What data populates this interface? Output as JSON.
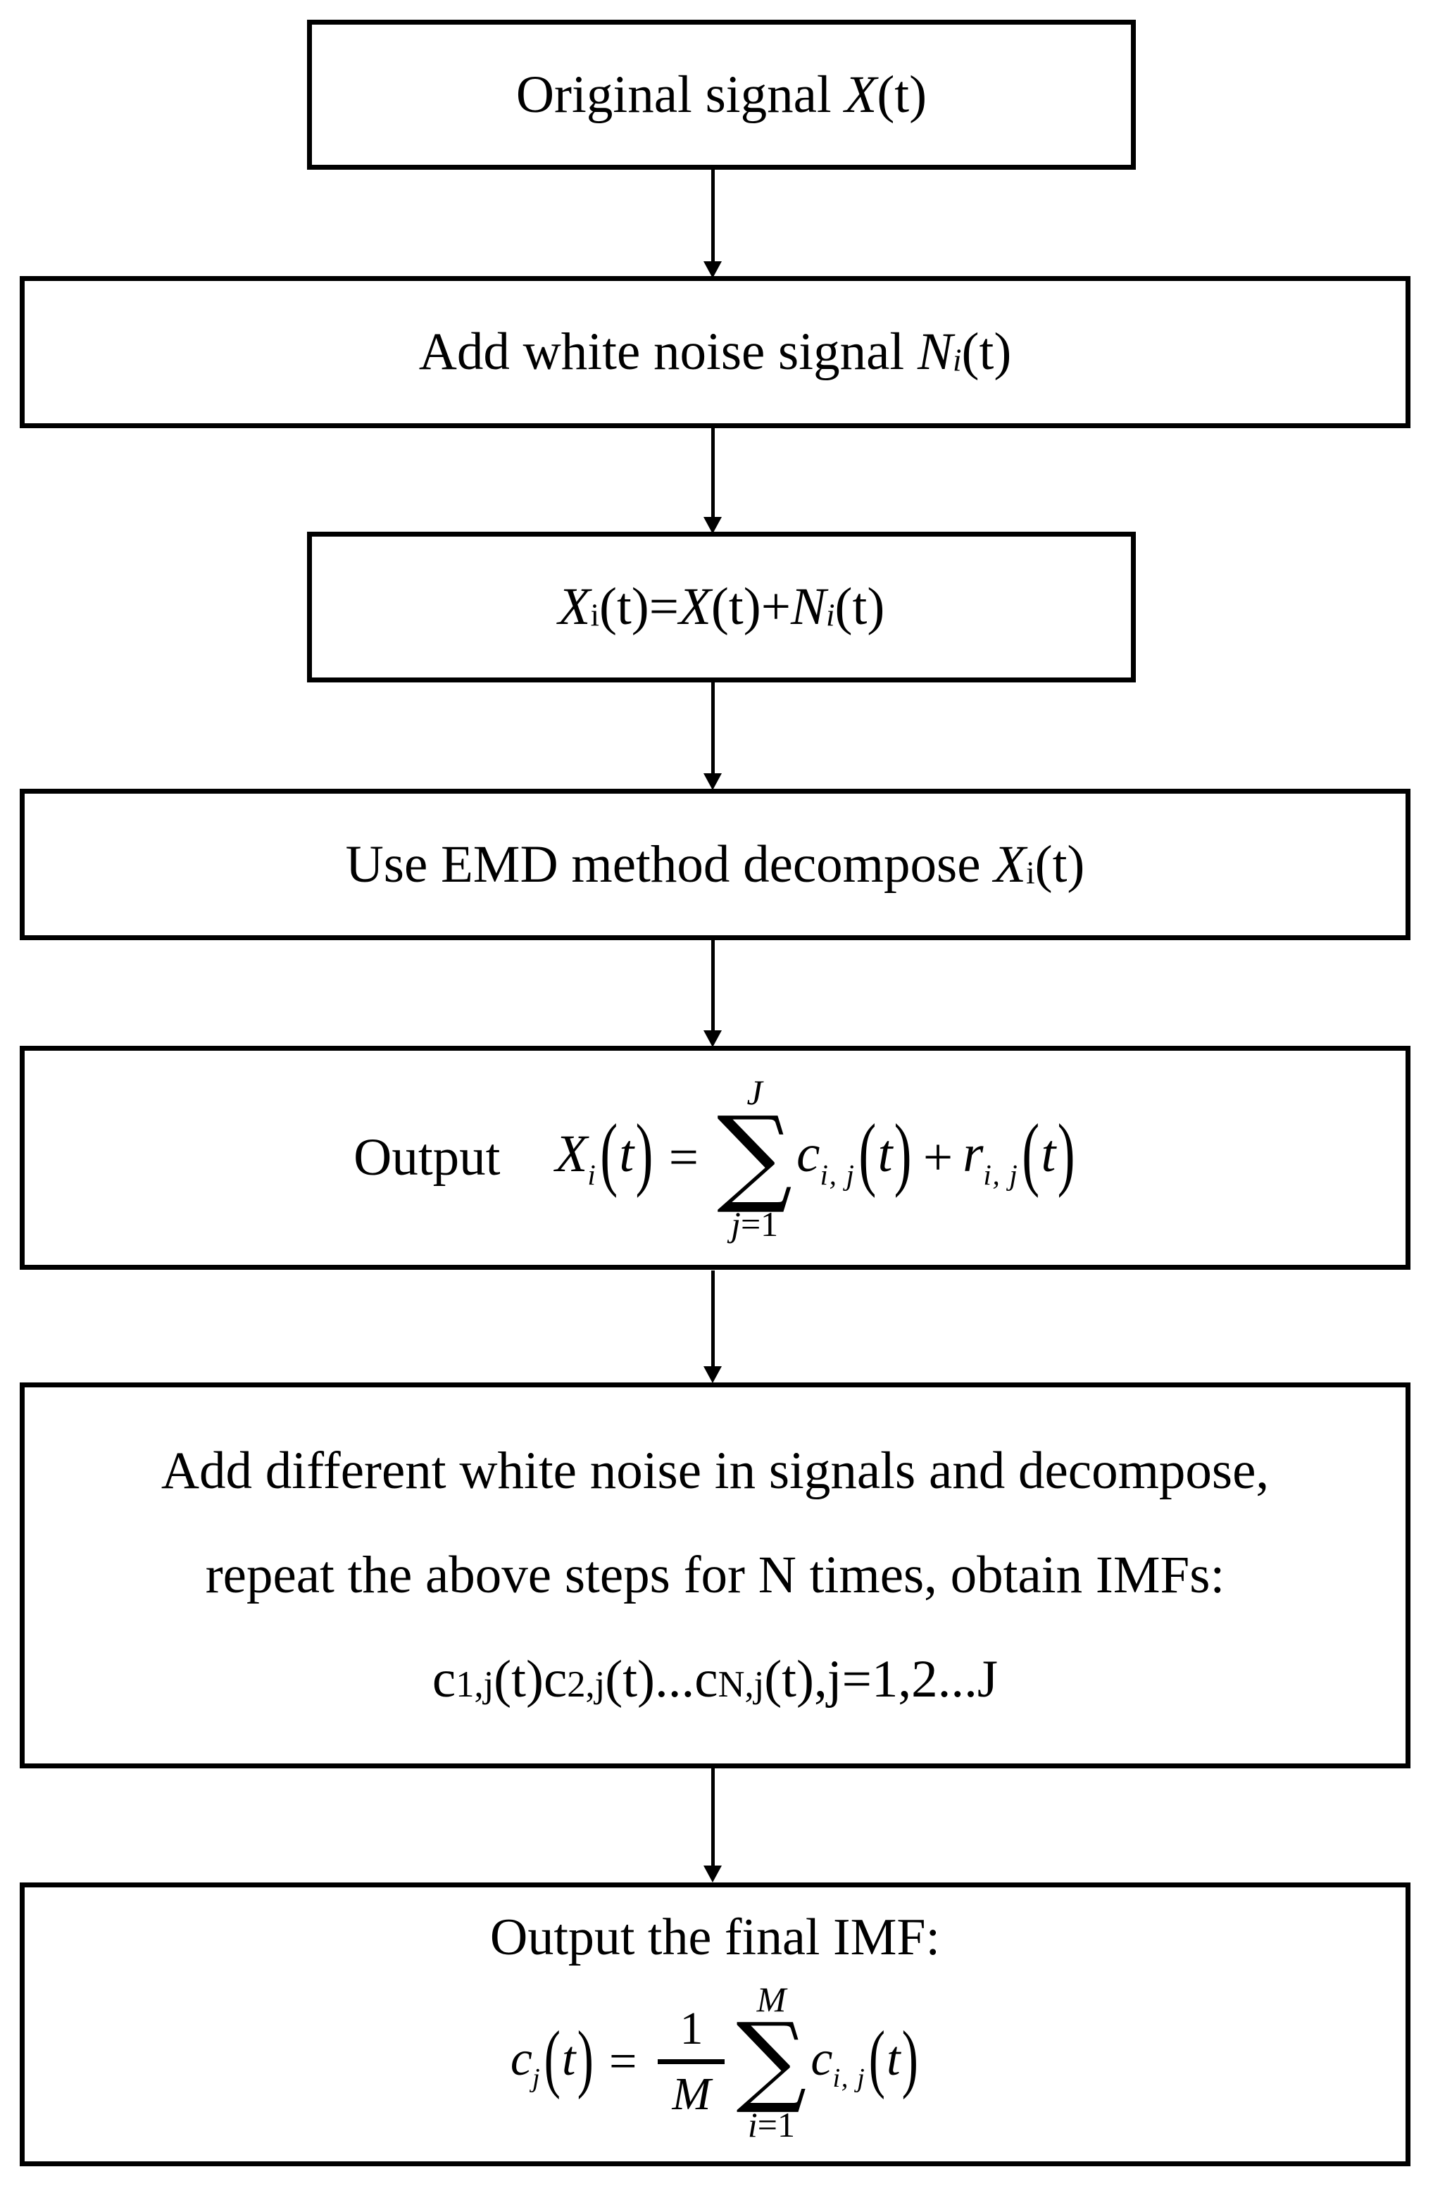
{
  "colors": {
    "ink": "#000000",
    "background": "#ffffff"
  },
  "flowchart": {
    "b1": {
      "pre": "Original signal ",
      "var": "X",
      "post": "(t)"
    },
    "b2": {
      "pre": "Add white noise signal ",
      "var": "N",
      "sub": "i",
      "post": "(t)"
    },
    "b3": {
      "x1": "X",
      "x1_sub": "i",
      "mid1": "(t)=",
      "x2": "X",
      "mid2": "(t)+",
      "n": "N",
      "n_sub": "i",
      "post": "(t)"
    },
    "b4": {
      "pre": "Use EMD method decompose ",
      "var": "X",
      "sub": "i",
      "post": "(t)"
    },
    "b5": {
      "label": "Output",
      "lhs_var": "X",
      "lhs_sub": "i",
      "open1": "(",
      "arg1": "t",
      "close1": ")",
      "eq": "=",
      "sum_top": "J",
      "sigma": "∑",
      "bot_var": "j",
      "bot_rest": "=1",
      "c_var": "c",
      "c_sub": "i, j",
      "open2": "(",
      "arg2": "t",
      "close2": ")",
      "plus": "+",
      "r_var": "r",
      "r_sub": "i, j",
      "open3": "(",
      "arg3": "t",
      "close3": ")"
    },
    "b6": {
      "line1": "Add different white noise in signals and decompose,",
      "line2": "repeat the above steps for N times, obtain IMFs:",
      "l3_c1": "c",
      "l3_s1": "1,j",
      "l3_t1": "(t)",
      "l3_c2": "c",
      "l3_s2": "2,j",
      "l3_t2": "(t)",
      "l3_dots": "...",
      "l3_c3": "c",
      "l3_s3": "N,j",
      "l3_t3": "(t)",
      "l3_tail": ",j=1,2...J"
    },
    "b7": {
      "title": "Output the final IMF:",
      "lhs_var": "c",
      "lhs_sub": "j",
      "open1": "(",
      "arg1": "t",
      "close1": ")",
      "eq": "=",
      "num": "1",
      "den": "M",
      "sum_top": "M",
      "sigma": "∑",
      "bot_var": "i",
      "bot_rest": "=1",
      "c_var": "c",
      "c_sub": "i, j",
      "open2": "(",
      "arg2": "t",
      "close2": ")"
    }
  }
}
